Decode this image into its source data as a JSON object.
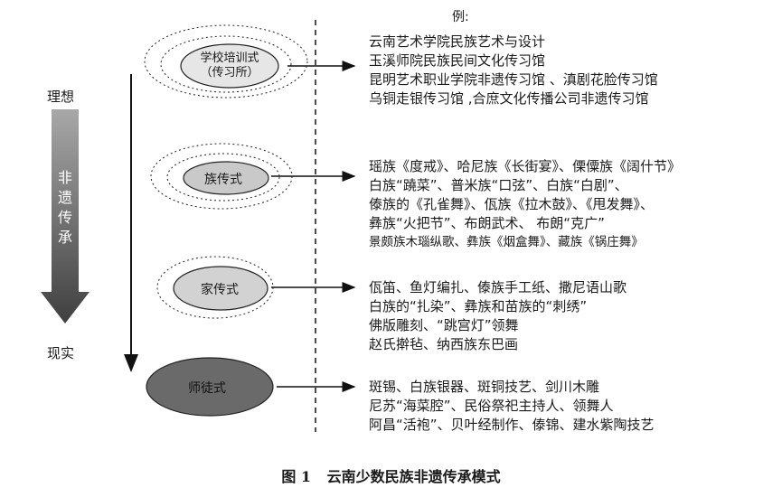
{
  "legend_label": "例:",
  "side_labels": {
    "top": "理想",
    "bottom": "现实"
  },
  "arrow_text": [
    "非",
    "遗",
    "传",
    "承"
  ],
  "modes": [
    {
      "label_lines": [
        "学校培训式",
        "（传习所）"
      ],
      "fill": "#e6e6e6",
      "examples": [
        "云南艺术学院民族艺术与设计",
        "玉溪师院民族民间文化传习馆",
        "昆明艺术职业学院非遗传习馆 、滇剧花脸传习馆",
        "乌铜走银传习馆  ,合庶文化传播公司非遗传习馆"
      ]
    },
    {
      "label_lines": [
        "族传式"
      ],
      "fill": "#c9c9c9",
      "examples": [
        "瑶族《度戒》、哈尼族《长街宴》、傈僳族《阔什节》",
        "白族“蹺菜”、普米族“口弦”、白族“白剧”、",
        "傣族的《孔雀舞》、佤族《拉木鼓》、《甩发舞》、",
        "彝族“火把节”、布朗武术、 布朗“克广”",
        "景颇族木瑙纵歌、彝族《烟盒舞》、藏族《锅庄舞》"
      ]
    },
    {
      "label_lines": [
        "家传式"
      ],
      "fill": "#d2d2d2",
      "examples": [
        "佤笛、鱼灯编扎、傣族手工纸、撒尼语山歌",
        "白族的“扎染”、彝族和苗族的“刺绣”",
        "佛版雕刻、“跳宫灯”领舞",
        "赵氏擀毡、纳西族东巴画"
      ]
    },
    {
      "label_lines": [
        "师徒式"
      ],
      "fill": "#6a6a6a",
      "examples": [
        "斑锡、白族银器、斑铜技艺、剑川木雕",
        "尼苏“海菜腔”、民俗祭祀主持人、领舞人",
        "阿昌“活袍”、贝叶经制作、傣锦、建水紫陶技艺"
      ]
    }
  ],
  "caption": {
    "number": "图 1",
    "title": "云南少数民族非遗传承模式"
  }
}
